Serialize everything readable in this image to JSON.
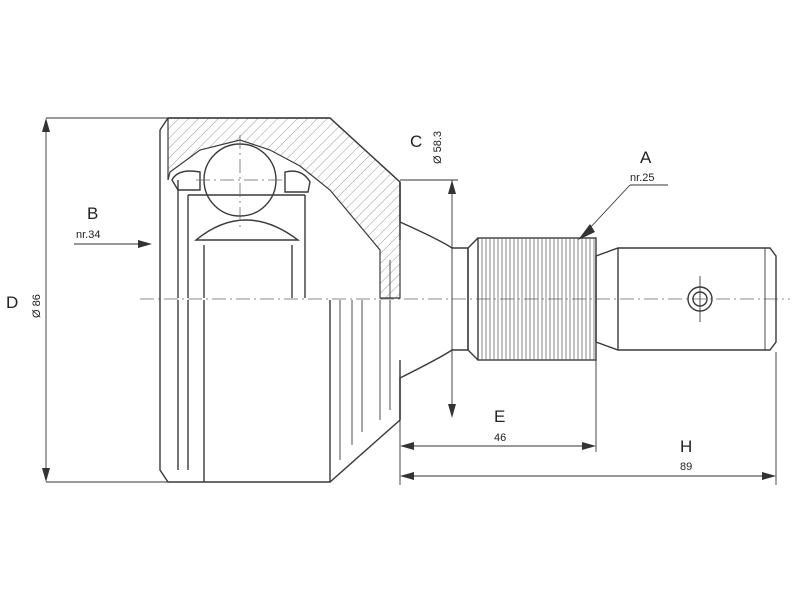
{
  "diagram": {
    "labels": {
      "A": {
        "letter": "A",
        "value": "nr.25"
      },
      "B": {
        "letter": "B",
        "value": "nr.34"
      },
      "C": {
        "letter": "C",
        "value": "Ø 58.3"
      },
      "D": {
        "letter": "D",
        "value": "Ø 86"
      },
      "E": {
        "letter": "E",
        "value": "46"
      },
      "H": {
        "letter": "H",
        "value": "89"
      }
    }
  }
}
